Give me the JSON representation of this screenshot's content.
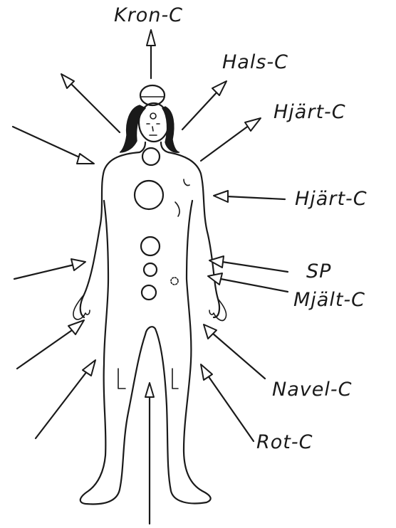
{
  "labels": {
    "crown": "Kron-C",
    "throat": "Hals-C",
    "heart_upper": "Hjärt-C",
    "heart_lower": "Hjärt-C",
    "solar_plexus": "SP",
    "spleen": "Mjält-C",
    "navel": "Navel-C",
    "root": "Rot-C"
  },
  "colors": {
    "ink": "#1a1a1a",
    "paper": "#ffffff"
  }
}
